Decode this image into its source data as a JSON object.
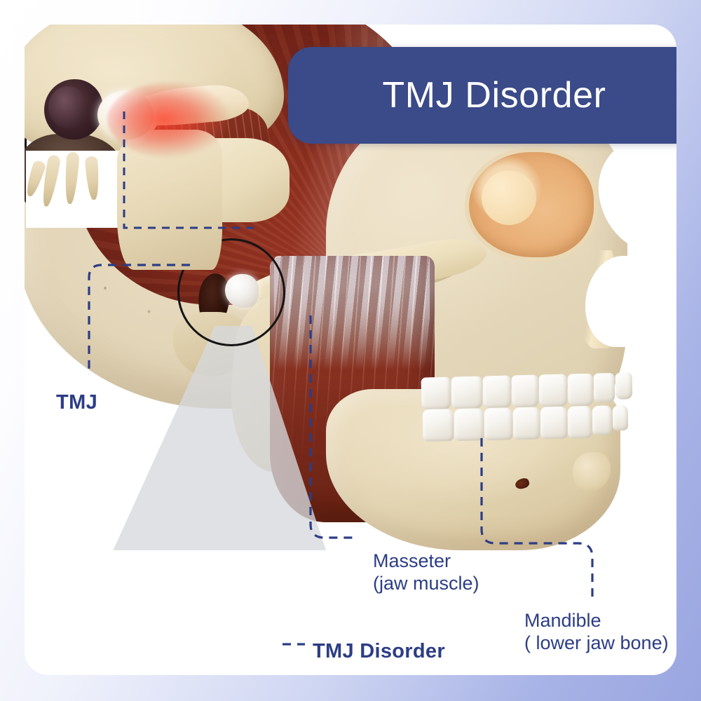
{
  "banner": {
    "title": "TMJ Disorder",
    "background_color": "#3b4a88",
    "text_color": "#ffffff"
  },
  "page": {
    "background_gradient_from": "#ffffff",
    "background_gradient_to": "#9aa6e0",
    "card_background": "#ffffff"
  },
  "labels": {
    "accent_color": "#2c3d85",
    "tmj": "TMJ",
    "tmj_disorder": "TMJ Disorder",
    "masseter": "Masseter\n(jaw muscle)",
    "mandible": "Mandible\n( lower jaw bone)"
  },
  "illustration": {
    "subject": "lateral view of human skull with jaw muscles",
    "structures": [
      "temporalis-muscle",
      "masseter-muscle",
      "zygomatic-arch",
      "orbit",
      "nasal-aperture",
      "maxilla-teeth",
      "mandible-teeth",
      "mandible",
      "temporomandibular-joint"
    ],
    "inset": {
      "caption": "TMJ Disorder",
      "detail": "magnified temporomandibular joint showing red inflammation",
      "inflammation_color": "#ff3c28"
    },
    "marker_circle_color": "#141414",
    "magnifier_cone_color": "#d6d8dc",
    "muscle_color": "#8d3423",
    "bone_color": "#e7dabe"
  }
}
